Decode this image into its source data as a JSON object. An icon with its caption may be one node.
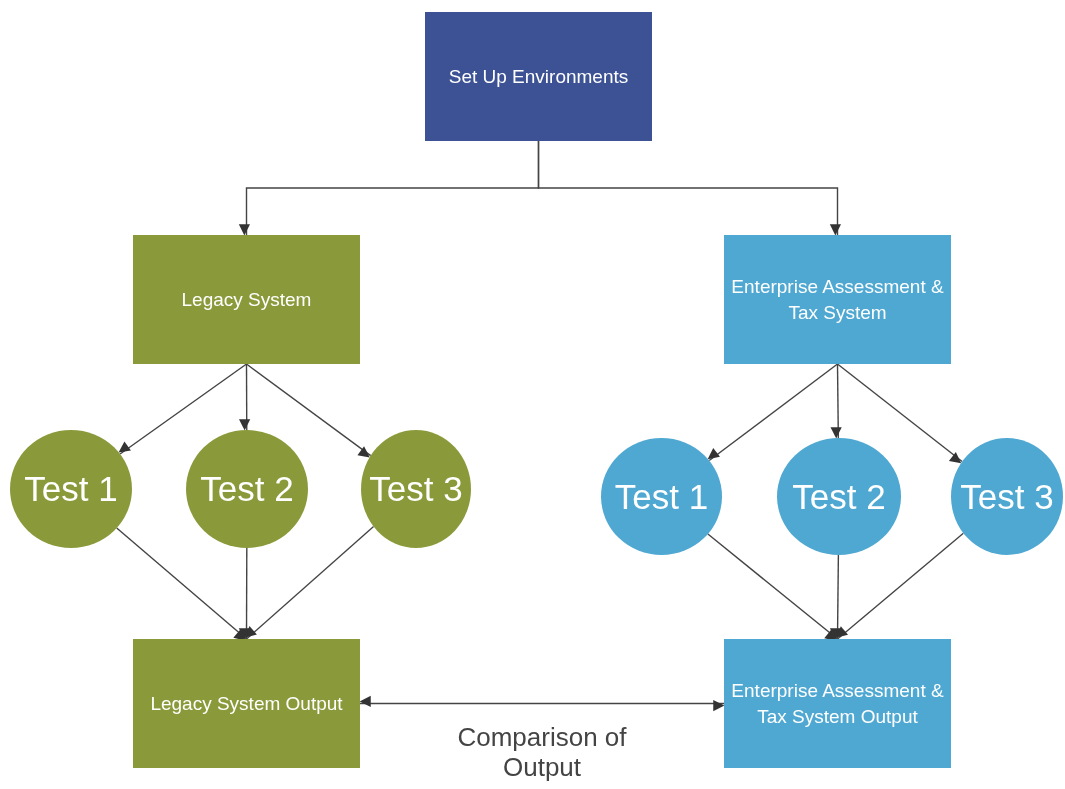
{
  "diagram": {
    "nodes": [
      {
        "text": [
          "Set Up Environments"
        ]
      },
      {
        "text": [
          "Legacy System"
        ]
      },
      {
        "text": [
          "Enterprise Assessment & Tax System"
        ]
      },
      {
        "text": [
          "Test 1"
        ]
      },
      {
        "text": [
          "Test 2"
        ]
      },
      {
        "text": [
          "Test 3"
        ]
      },
      {
        "text": [
          "Test 1"
        ]
      },
      {
        "text": [
          "Test 2"
        ]
      },
      {
        "text": [
          "Test 3"
        ]
      },
      {
        "text": [
          "Legacy System Output"
        ]
      },
      {
        "text": [
          "Enterprise Assessment & Tax System Output"
        ]
      }
    ],
    "edges": [
      {
        "from": 0,
        "to": 1,
        "arrow": "to"
      },
      {
        "from": 0,
        "to": 2,
        "arrow": "to"
      },
      {
        "from": 1,
        "to": 3,
        "arrow": "to"
      },
      {
        "from": 1,
        "to": 4,
        "arrow": "to"
      },
      {
        "from": 1,
        "to": 5,
        "arrow": "to"
      },
      {
        "from": 2,
        "to": 6,
        "arrow": "to"
      },
      {
        "from": 2,
        "to": 7,
        "arrow": "to"
      },
      {
        "from": 2,
        "to": 8,
        "arrow": "to"
      },
      {
        "from": 3,
        "to": 9,
        "arrow": "to"
      },
      {
        "from": 4,
        "to": 9,
        "arrow": "to"
      },
      {
        "from": 5,
        "to": 9,
        "arrow": "to"
      },
      {
        "from": 6,
        "to": 10,
        "arrow": "to"
      },
      {
        "from": 7,
        "to": 10,
        "arrow": "to"
      },
      {
        "from": 8,
        "to": 10,
        "arrow": "to"
      },
      {
        "from": 9,
        "to": 10,
        "arrow": "both",
        "label": "Comparison of Output"
      }
    ]
  }
}
